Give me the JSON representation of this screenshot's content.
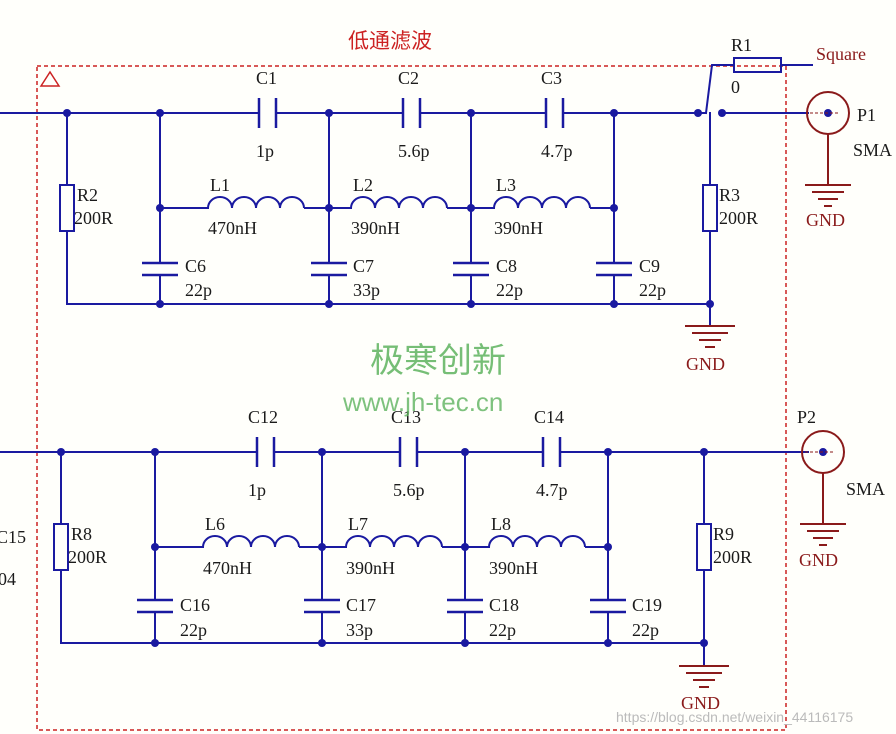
{
  "diagram": {
    "title": "低通滤波",
    "top_filter": {
      "caps_series": [
        {
          "ref": "C1",
          "value": "1p"
        },
        {
          "ref": "C2",
          "value": "5.6p"
        },
        {
          "ref": "C3",
          "value": "4.7p"
        }
      ],
      "inductors": [
        {
          "ref": "L1",
          "value": "470nH"
        },
        {
          "ref": "L2",
          "value": "390nH"
        },
        {
          "ref": "L3",
          "value": "390nH"
        }
      ],
      "caps_shunt": [
        {
          "ref": "C6",
          "value": "22p"
        },
        {
          "ref": "C7",
          "value": "33p"
        },
        {
          "ref": "C8",
          "value": "22p"
        },
        {
          "ref": "C9",
          "value": "22p"
        }
      ],
      "r_in": {
        "ref": "R2",
        "value": "200R"
      },
      "r_out": {
        "ref": "R3",
        "value": "200R"
      },
      "r_series": {
        "ref": "R1",
        "value": "0"
      },
      "net_label": "Square",
      "connector": {
        "ref": "P1",
        "type": "SMA"
      },
      "gnd_labels": [
        "GND",
        "GND"
      ]
    },
    "bottom_filter": {
      "caps_series": [
        {
          "ref": "C12",
          "value": "1p"
        },
        {
          "ref": "C13",
          "value": "5.6p"
        },
        {
          "ref": "C14",
          "value": "4.7p"
        }
      ],
      "inductors": [
        {
          "ref": "L6",
          "value": "470nH"
        },
        {
          "ref": "L7",
          "value": "390nH"
        },
        {
          "ref": "L8",
          "value": "390nH"
        }
      ],
      "caps_shunt": [
        {
          "ref": "C16",
          "value": "22p"
        },
        {
          "ref": "C17",
          "value": "33p"
        },
        {
          "ref": "C18",
          "value": "22p"
        },
        {
          "ref": "C19",
          "value": "22p"
        }
      ],
      "r_in": {
        "ref": "R8",
        "value": "200R"
      },
      "r_out": {
        "ref": "R9",
        "value": "200R"
      },
      "connector": {
        "ref": "P2",
        "type": "SMA"
      },
      "gnd_labels": [
        "GND",
        "GND"
      ]
    },
    "partial_left": {
      "ref": "C15",
      "value": "04"
    },
    "watermark": {
      "cn": "极寒创新",
      "url": "www.jh-tec.cn",
      "blog": "https://blog.csdn.net/weixin_44116175"
    }
  }
}
